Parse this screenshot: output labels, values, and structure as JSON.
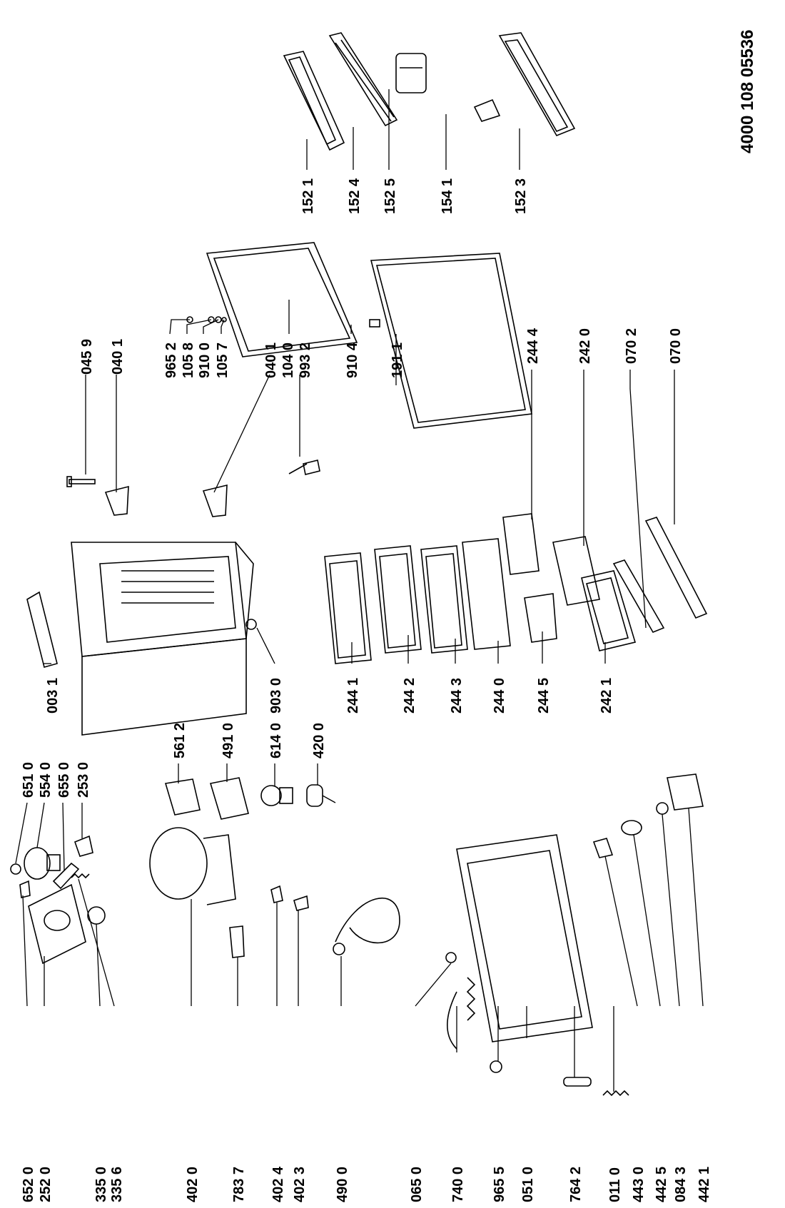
{
  "document_number": "4000 108 05536",
  "parts": [
    {
      "id": "p0031",
      "label": "003 1"
    },
    {
      "id": "p9030",
      "label": "903 0"
    },
    {
      "id": "p0459",
      "label": "045 9"
    },
    {
      "id": "p0401a",
      "label": "040 1"
    },
    {
      "id": "p0401b",
      "label": "040 1"
    },
    {
      "id": "p9932",
      "label": "993 2"
    },
    {
      "id": "p9652",
      "label": "965 2"
    },
    {
      "id": "p1058",
      "label": "105 8"
    },
    {
      "id": "p9100",
      "label": "910 0"
    },
    {
      "id": "p1057",
      "label": "105 7"
    },
    {
      "id": "p1040",
      "label": "104 0"
    },
    {
      "id": "p9104",
      "label": "910 4"
    },
    {
      "id": "p1911",
      "label": "191 1"
    },
    {
      "id": "p1521",
      "label": "152 1"
    },
    {
      "id": "p1524",
      "label": "152 4"
    },
    {
      "id": "p1525",
      "label": "152 5"
    },
    {
      "id": "p1541",
      "label": "154 1"
    },
    {
      "id": "p1523",
      "label": "152 3"
    },
    {
      "id": "p2441",
      "label": "244 1"
    },
    {
      "id": "p2442",
      "label": "244 2"
    },
    {
      "id": "p2443",
      "label": "244 3"
    },
    {
      "id": "p2440",
      "label": "244 0"
    },
    {
      "id": "p2445",
      "label": "244 5"
    },
    {
      "id": "p2444",
      "label": "244 4"
    },
    {
      "id": "p2421",
      "label": "242 1"
    },
    {
      "id": "p2420",
      "label": "242 0"
    },
    {
      "id": "p0702",
      "label": "070 2"
    },
    {
      "id": "p0700",
      "label": "070 0"
    },
    {
      "id": "p6510",
      "label": "651 0"
    },
    {
      "id": "p5540",
      "label": "554 0"
    },
    {
      "id": "p6550",
      "label": "655 0"
    },
    {
      "id": "p2530",
      "label": "253 0"
    },
    {
      "id": "p6520",
      "label": "652 0"
    },
    {
      "id": "p2520",
      "label": "252 0"
    },
    {
      "id": "p3350",
      "label": "335 0"
    },
    {
      "id": "p3356",
      "label": "335 6"
    },
    {
      "id": "p5612",
      "label": "561 2"
    },
    {
      "id": "p4910",
      "label": "491 0"
    },
    {
      "id": "p6140",
      "label": "614 0"
    },
    {
      "id": "p4200",
      "label": "420 0"
    },
    {
      "id": "p4020",
      "label": "402 0"
    },
    {
      "id": "p7837",
      "label": "783 7"
    },
    {
      "id": "p4024",
      "label": "402 4"
    },
    {
      "id": "p4023",
      "label": "402 3"
    },
    {
      "id": "p4900",
      "label": "490 0"
    },
    {
      "id": "p0650",
      "label": "065 0"
    },
    {
      "id": "p7400",
      "label": "740 0"
    },
    {
      "id": "p9655",
      "label": "965 5"
    },
    {
      "id": "p0510",
      "label": "051 0"
    },
    {
      "id": "p7642",
      "label": "764 2"
    },
    {
      "id": "p0110",
      "label": "011 0"
    },
    {
      "id": "p4430",
      "label": "443 0"
    },
    {
      "id": "p4425",
      "label": "442 5"
    },
    {
      "id": "p0843",
      "label": "084 3"
    },
    {
      "id": "p4421",
      "label": "442 1"
    }
  ]
}
